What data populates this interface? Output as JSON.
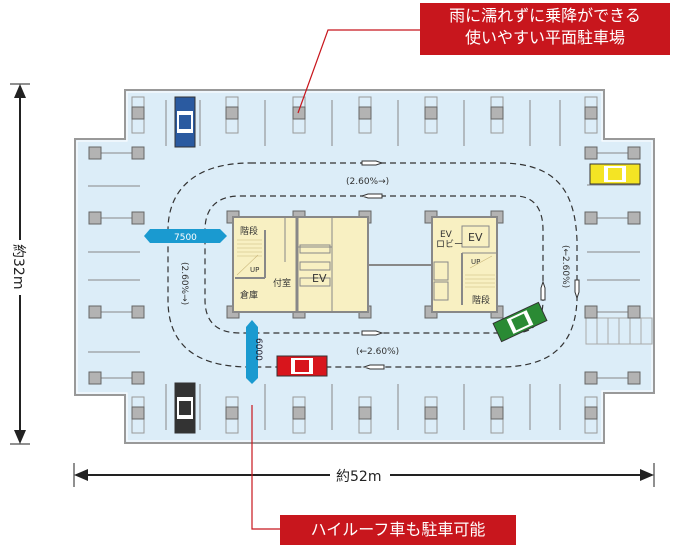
{
  "callouts": {
    "top_line1": "雨に濡れずに乗降ができる",
    "top_line2": "使いやすい平面駐車場",
    "bottom": "ハイルーフ車も駐車可能"
  },
  "dimensions": {
    "height": "約32m",
    "width": "約52m"
  },
  "ramp_labels": {
    "top": "(2.60%→)",
    "bottom": "(←2.60%)",
    "left": "(2.60%→)",
    "right": "(←2.60%)"
  },
  "widths": {
    "aisle_horizontal": "7500",
    "aisle_vertical": "6000"
  },
  "rooms": {
    "stairs_left": "階段",
    "up_left": "UP",
    "storage": "倉庫",
    "annex": "付室",
    "ev_left": "EV",
    "ev_lobby_1": "EV",
    "ev_lobby_2": "ロビー",
    "ev_right": "EV",
    "up_right": "UP",
    "stairs_right": "階段"
  },
  "colors": {
    "floor": "#dcedf8",
    "core": "#f8f0c2",
    "accent": "#c8161d",
    "arrow_blue": "#1a9ad0",
    "car_blue": "#2a5aa0",
    "car_yellow": "#f4e424",
    "car_red": "#d8151c",
    "car_green": "#2a8a34",
    "car_black": "#333333"
  }
}
